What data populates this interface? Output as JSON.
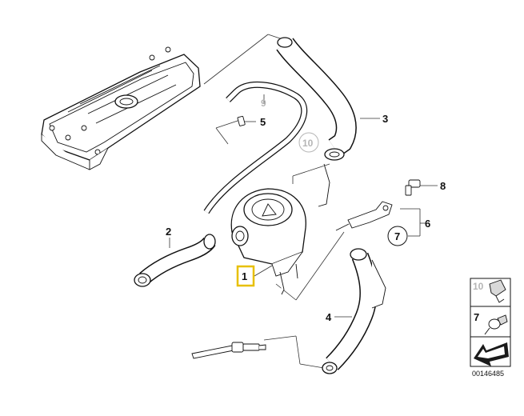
{
  "diagram": {
    "callouts": [
      {
        "id": "callout-1",
        "label": "1",
        "highlighted": true
      },
      {
        "id": "callout-2",
        "label": "2"
      },
      {
        "id": "callout-3",
        "label": "3"
      },
      {
        "id": "callout-4",
        "label": "4"
      },
      {
        "id": "callout-5",
        "label": "5"
      },
      {
        "id": "callout-6",
        "label": "6"
      },
      {
        "id": "callout-7",
        "label": "7"
      },
      {
        "id": "callout-8",
        "label": "8"
      },
      {
        "id": "callout-9",
        "label": "9"
      },
      {
        "id": "callout-10",
        "label": "10"
      }
    ],
    "legend": {
      "items": [
        {
          "label": "10"
        },
        {
          "label": "7"
        }
      ]
    },
    "reference_code": "00146485",
    "colors": {
      "highlight": "#e8c000",
      "line": "#333333",
      "ghost_text": "#b5b5b5"
    }
  }
}
